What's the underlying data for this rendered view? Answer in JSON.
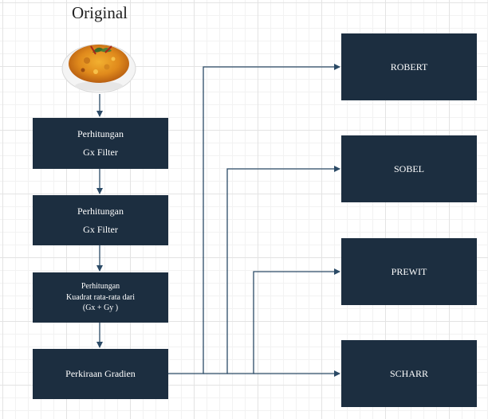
{
  "original": {
    "title": "Original"
  },
  "process_steps": [
    {
      "lines": [
        "Perhitungan",
        "Gx Filter"
      ]
    },
    {
      "lines": [
        "Perhitungan",
        "Gx Filter"
      ]
    },
    {
      "lines": [
        "Perhitungan",
        "Kuadrat rata-rata dari",
        "(Gx + Gy )"
      ]
    },
    {
      "lines": [
        "Perkiraan Gradien"
      ]
    }
  ],
  "outputs": [
    {
      "label": "ROBERT"
    },
    {
      "label": "SOBEL"
    },
    {
      "label": "PREWIT"
    },
    {
      "label": "SCHARR"
    }
  ],
  "colors": {
    "box": "#1c2e40",
    "connector": "#2b4a66",
    "text": "#ffffff"
  },
  "icons": {
    "original_image": "food-dish-image"
  }
}
